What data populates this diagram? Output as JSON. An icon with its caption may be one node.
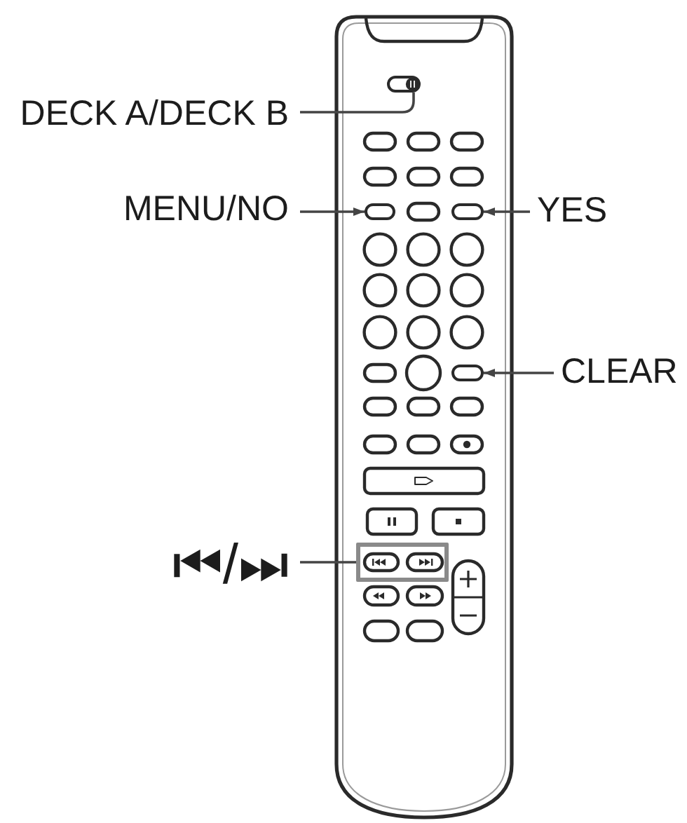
{
  "diagram": {
    "nodes": [
      {
        "text": [
          "DECK A/DECK B"
        ]
      },
      {
        "text": [
          "MENU/NO"
        ]
      },
      {
        "text": [
          "YES"
        ]
      },
      {
        "text": [
          "CLEAR"
        ]
      },
      {
        "text": [
          "⏮/⏭"
        ]
      },
      {
        "text": [],
        "shape": "oval"
      },
      {
        "text": [],
        "shape": "oval"
      },
      {
        "text": [],
        "shape": "oval"
      },
      {
        "text": [],
        "shape": "oval"
      },
      {
        "text": [],
        "shape": "box"
      }
    ],
    "edges": [
      {
        "from": 0,
        "to": 5,
        "arrow": "none"
      },
      {
        "from": 1,
        "to": 6,
        "arrow": "to"
      },
      {
        "from": 2,
        "to": 7,
        "arrow": "to"
      },
      {
        "from": 3,
        "to": 8,
        "arrow": "to"
      },
      {
        "from": 4,
        "to": 9,
        "arrow": "none"
      }
    ]
  }
}
